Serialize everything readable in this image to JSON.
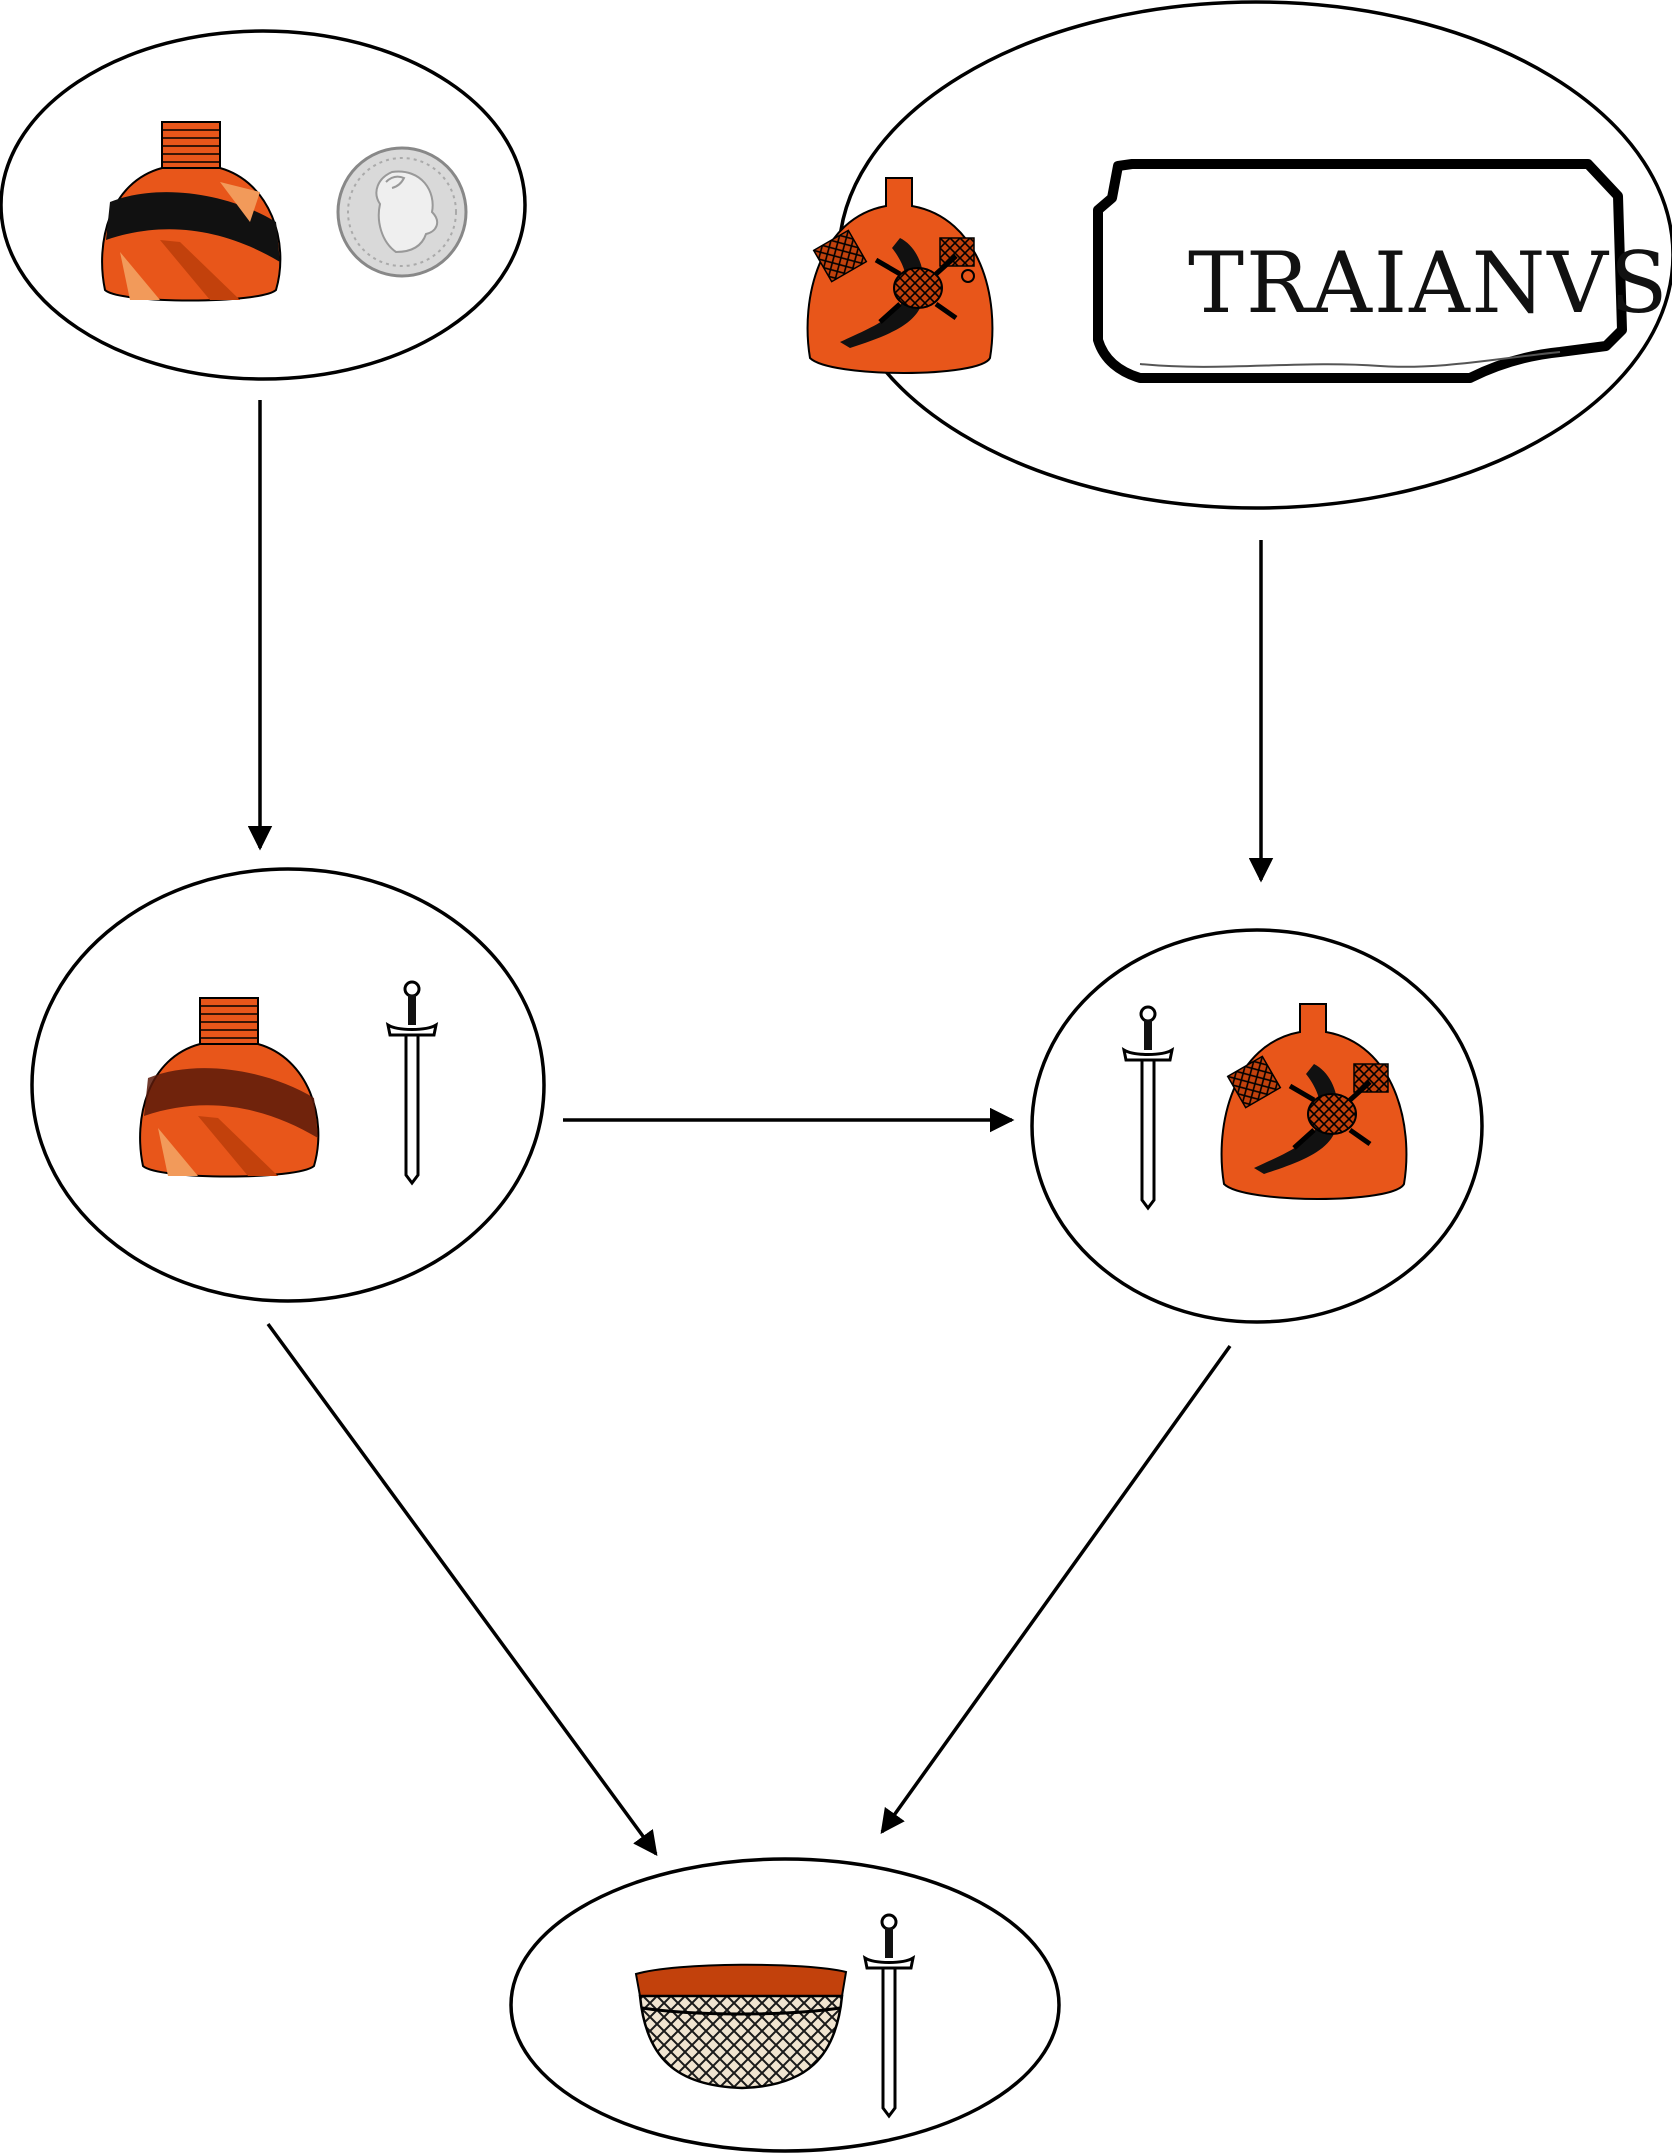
{
  "diagram": {
    "nodes": [
      {
        "id": "top-left",
        "items": [
          "banded-jar-icon",
          "silver-coin-icon"
        ]
      },
      {
        "id": "top-right",
        "items": [
          "lizard-gourd-jar-icon",
          "traianus-inscription"
        ],
        "inscription": "TRAIANVS"
      },
      {
        "id": "middle-left",
        "items": [
          "banded-jar-icon",
          "sword-icon"
        ]
      },
      {
        "id": "middle-right",
        "items": [
          "sword-icon",
          "lizard-gourd-jar-icon"
        ]
      },
      {
        "id": "bottom",
        "items": [
          "woven-bowl-icon",
          "sword-icon"
        ]
      }
    ],
    "edges": [
      {
        "from": "top-left",
        "to": "middle-left"
      },
      {
        "from": "top-right",
        "to": "middle-right"
      },
      {
        "from": "middle-left",
        "to": "middle-right"
      },
      {
        "from": "middle-left",
        "to": "bottom"
      },
      {
        "from": "middle-right",
        "to": "bottom"
      }
    ]
  },
  "colors": {
    "pottery_orange": "#e8561a",
    "pottery_dark_orange": "#c2410c",
    "coin_silver": "#d9d9d9",
    "outline": "#000000"
  }
}
